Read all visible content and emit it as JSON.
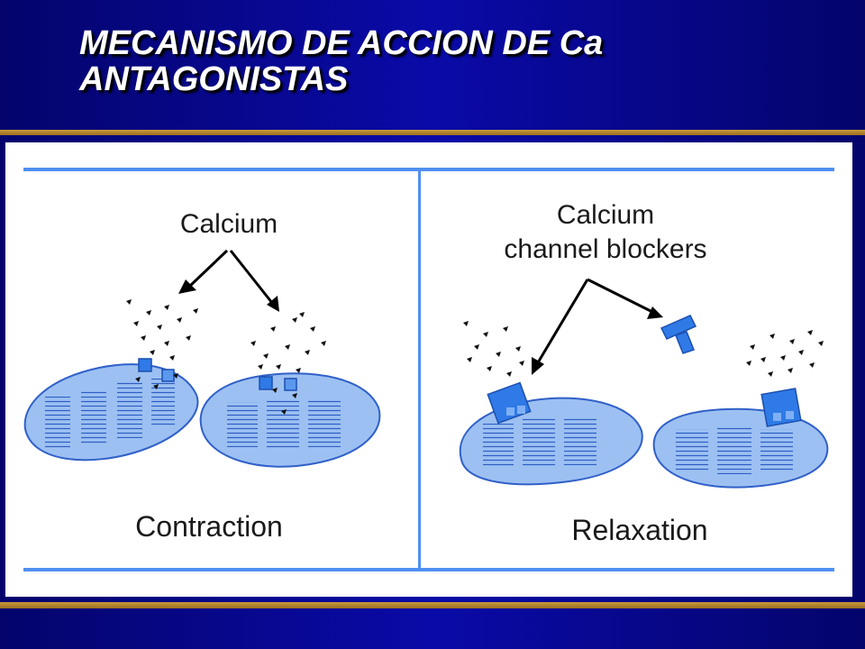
{
  "slide": {
    "title_line1": "MECANISMO DE ACCION DE Ca",
    "title_line2": "ANTAGONISTAS"
  },
  "figure": {
    "left_label_top": "Calcium",
    "left_label_bottom": "Contraction",
    "right_label_top_line1": "Calcium",
    "right_label_top_line2": "channel blockers",
    "right_label_bottom": "Relaxation"
  },
  "colors": {
    "background": "#07078a",
    "title_text": "#ffffff",
    "gold_rule": "#b8862e",
    "panel_line": "#4f8ff0",
    "cell_fill": "#9cc0f2",
    "cell_stroke": "#3060c8",
    "channel": "#2f7ae6"
  }
}
